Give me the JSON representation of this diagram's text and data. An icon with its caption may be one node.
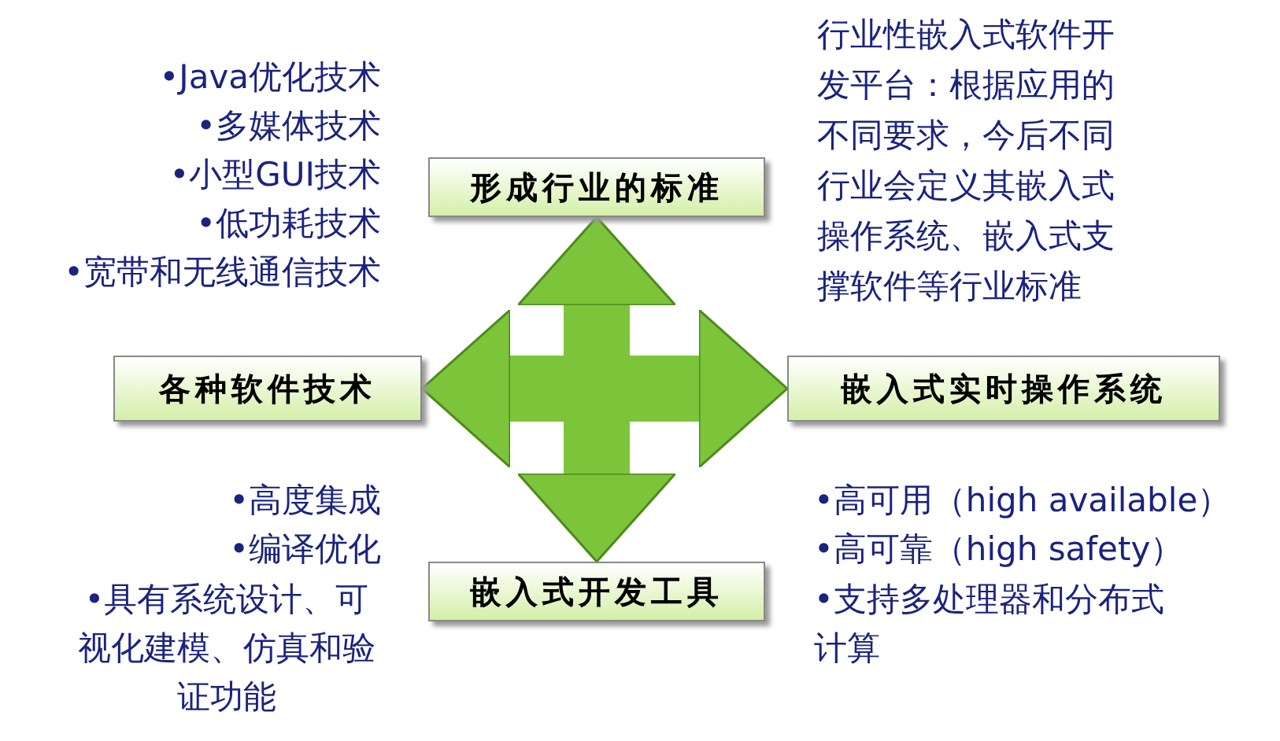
{
  "diagram": {
    "nodes": [
      {
        "text": [
          "形成行业的标准"
        ]
      },
      {
        "text": [
          "各种软件技术"
        ]
      },
      {
        "text": [
          "嵌入式实时操作系统"
        ]
      },
      {
        "text": [
          "嵌入式开发工具"
        ]
      }
    ],
    "edges": [
      {
        "from": 0,
        "to": 3,
        "arrow": "both"
      },
      {
        "from": 1,
        "to": 2,
        "arrow": "both"
      }
    ],
    "labels": [
      "•Java优化技术",
      "•多媒体技术",
      "•小型GUI技术",
      "•低功耗技术",
      "•宽带和无线通信技术",
      "行业性嵌入式软件开发平台：根据应用的不同要求，今后不同行业会定义其嵌入式操作系统、嵌入式支撑软件等行业标准",
      "•高度集成",
      "•编译优化",
      "•具有系统设计、可视化建模、仿真和验证功能",
      "•高可用（high available）",
      "•高可靠（high safety）",
      "•支持多处理器和分布式计算"
    ]
  }
}
